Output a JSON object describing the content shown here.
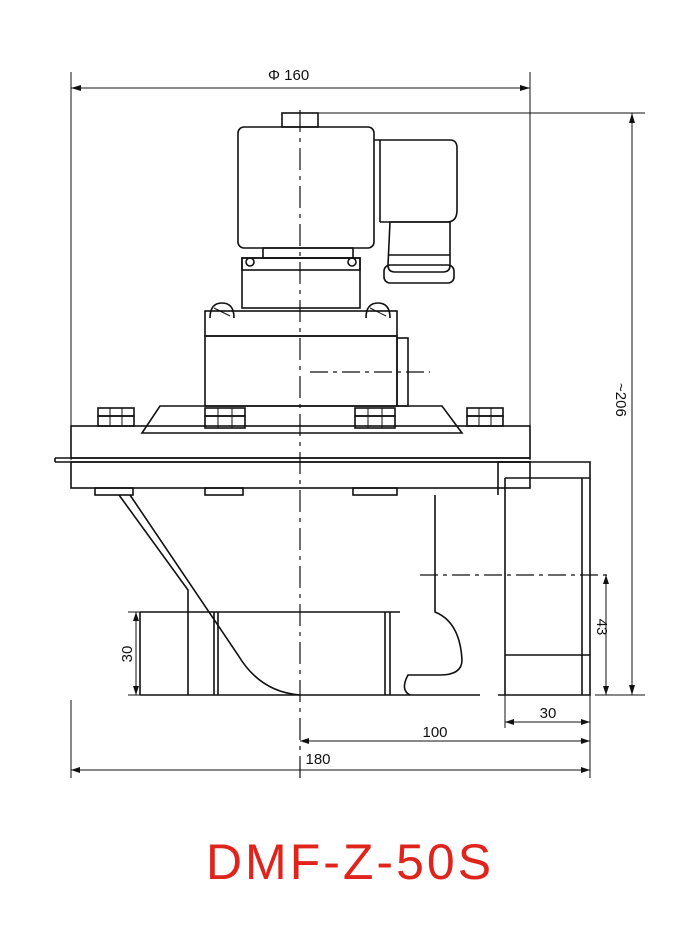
{
  "model": {
    "name": "DMF-Z-50S",
    "color": "#e0241c"
  },
  "dimensions": {
    "top_diameter": "Φ 160",
    "height": "~206",
    "left_port_height": "30",
    "right_port_height": "43",
    "right_port_width": "30",
    "offset_100": "100",
    "overall_180": "180"
  },
  "colors": {
    "line": "#111111"
  }
}
